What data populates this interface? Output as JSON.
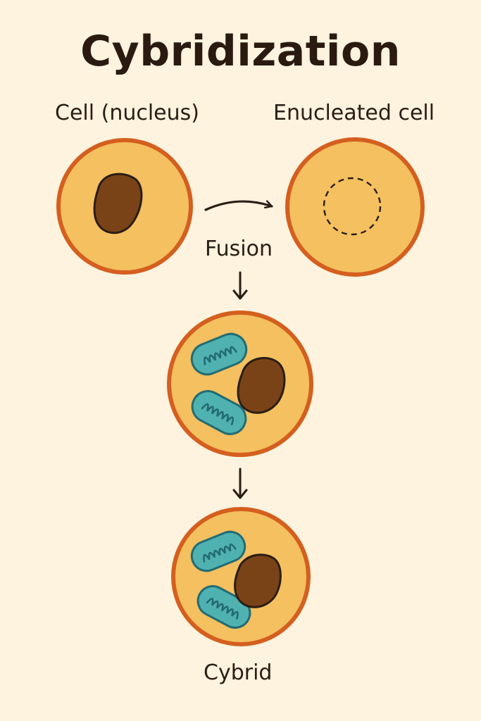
{
  "title": "Cybridization",
  "labels": {
    "cell_nucleus": "Cell (nucleus)",
    "enucleated_cell": "Enucleated cell",
    "fusion": "Fusion",
    "cybrid": "Cybrid"
  },
  "colors": {
    "background": "#fdf3df",
    "cell_fill": "#f4c060",
    "cell_border": "#d45f1f",
    "nucleus": "#7a4317",
    "mitochondrion_fill": "#4fb2b0",
    "mitochondrion_stroke": "#236b73",
    "ink": "#2a1d14"
  }
}
